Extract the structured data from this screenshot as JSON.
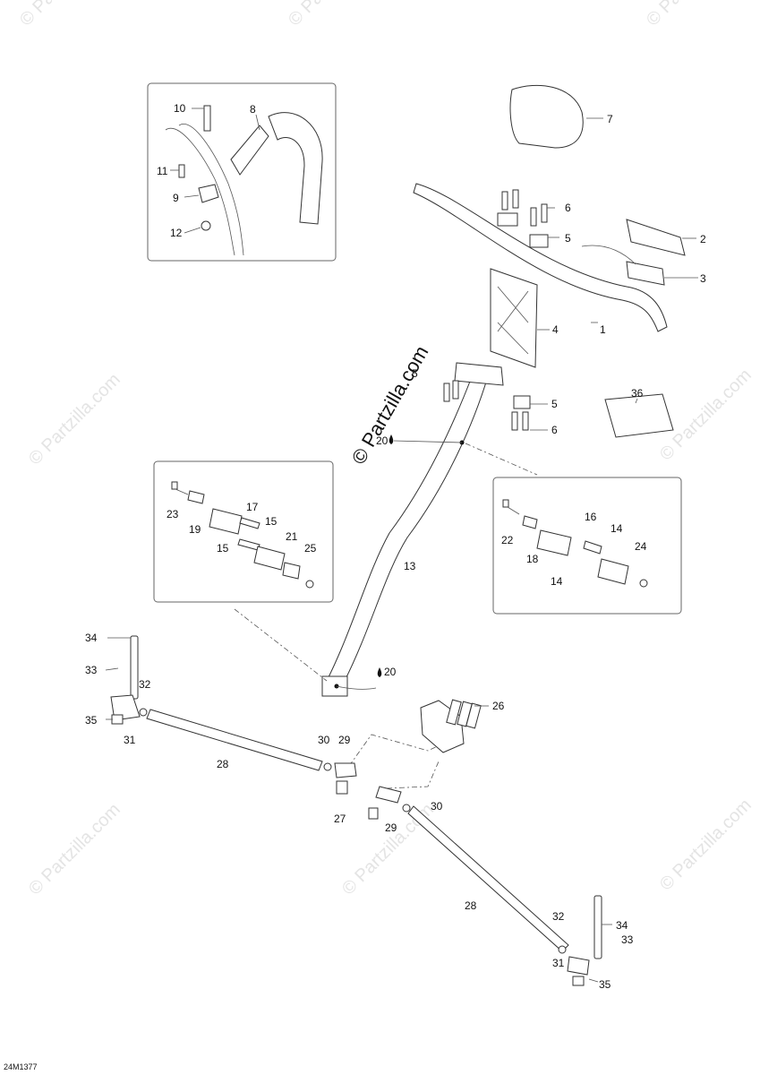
{
  "watermark": {
    "text": "© Partzilla.com"
  },
  "copyright_stamp": "© Partzilla.com",
  "drawing_code": "24M1377",
  "callouts": [
    {
      "id": "c-10",
      "text": "10"
    },
    {
      "id": "c-8",
      "text": "8"
    },
    {
      "id": "c-11",
      "text": "11"
    },
    {
      "id": "c-9",
      "text": "9"
    },
    {
      "id": "c-12",
      "text": "12"
    },
    {
      "id": "c-7",
      "text": "7"
    },
    {
      "id": "c-6a",
      "text": "6"
    },
    {
      "id": "c-5a",
      "text": "5"
    },
    {
      "id": "c-2",
      "text": "2"
    },
    {
      "id": "c-3",
      "text": "3"
    },
    {
      "id": "c-4",
      "text": "4"
    },
    {
      "id": "c-1",
      "text": "1"
    },
    {
      "id": "c-5b",
      "text": "5"
    },
    {
      "id": "c-5c",
      "text": "5"
    },
    {
      "id": "c-36",
      "text": "36"
    },
    {
      "id": "c-6b",
      "text": "6"
    },
    {
      "id": "c-20a",
      "text": "20"
    },
    {
      "id": "c-23",
      "text": "23"
    },
    {
      "id": "c-17",
      "text": "17"
    },
    {
      "id": "c-15a",
      "text": "15"
    },
    {
      "id": "c-19",
      "text": "19"
    },
    {
      "id": "c-21",
      "text": "21"
    },
    {
      "id": "c-25",
      "text": "25"
    },
    {
      "id": "c-15b",
      "text": "15"
    },
    {
      "id": "c-13",
      "text": "13"
    },
    {
      "id": "c-22",
      "text": "22"
    },
    {
      "id": "c-16",
      "text": "16"
    },
    {
      "id": "c-14a",
      "text": "14"
    },
    {
      "id": "c-18",
      "text": "18"
    },
    {
      "id": "c-24",
      "text": "24"
    },
    {
      "id": "c-14b",
      "text": "14"
    },
    {
      "id": "c-34a",
      "text": "34"
    },
    {
      "id": "c-33a",
      "text": "33"
    },
    {
      "id": "c-32a",
      "text": "32"
    },
    {
      "id": "c-35a",
      "text": "35"
    },
    {
      "id": "c-31a",
      "text": "31"
    },
    {
      "id": "c-20b",
      "text": "20"
    },
    {
      "id": "c-26",
      "text": "26"
    },
    {
      "id": "c-28a",
      "text": "28"
    },
    {
      "id": "c-30a",
      "text": "30"
    },
    {
      "id": "c-29a",
      "text": "29"
    },
    {
      "id": "c-27",
      "text": "27"
    },
    {
      "id": "c-29b",
      "text": "29"
    },
    {
      "id": "c-30b",
      "text": "30"
    },
    {
      "id": "c-28b",
      "text": "28"
    },
    {
      "id": "c-34b",
      "text": "34"
    },
    {
      "id": "c-32b",
      "text": "32"
    },
    {
      "id": "c-33b",
      "text": "33"
    },
    {
      "id": "c-31b",
      "text": "31"
    },
    {
      "id": "c-35b",
      "text": "35"
    }
  ]
}
